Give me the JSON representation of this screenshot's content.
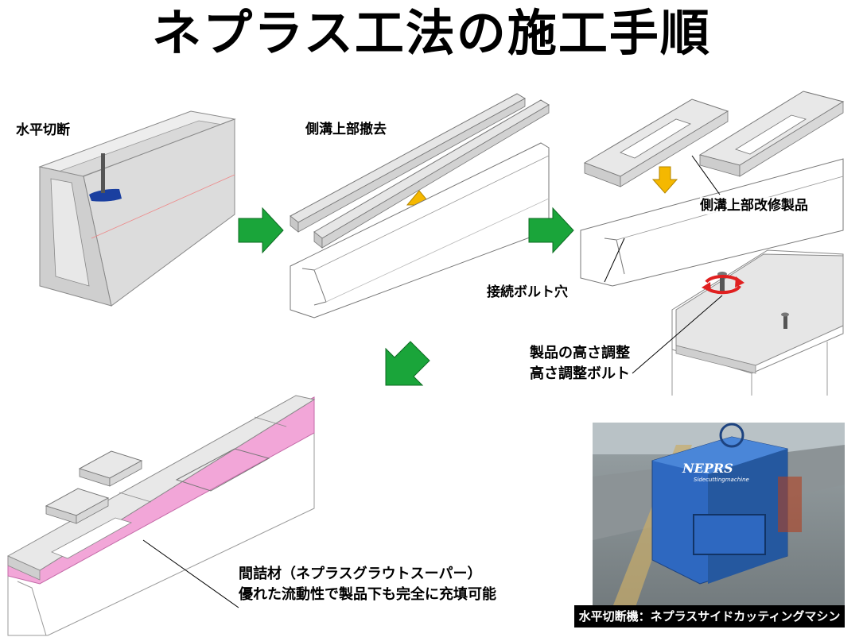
{
  "title": "ネプラス工法の施工手順",
  "labels": {
    "horizontal_cut": "水平切断",
    "remove_top": "側溝上部撤去",
    "renovation_product": "側溝上部改修製品",
    "bolt_hole": "接続ボルト穴",
    "height_adjust_1": "製品の高さ調整",
    "height_adjust_2": "高さ調整ボルト",
    "grout_1": "間詰材（ネプラスグラウトスーパー）",
    "grout_2": "優れた流動性で製品下も完全に充填可能"
  },
  "photo": {
    "caption": "水平切断機：ネプラスサイドカッティングマシン",
    "brand": "NEPRS",
    "brand_sub": "Sidecuttingmachine"
  },
  "colors": {
    "arrow_green": "#1aa53a",
    "arrow_yellow": "#f5b800",
    "blade_blue": "#1a3fa0",
    "grout_pink": "#f2a6d8",
    "concrete": "#e4e4e4",
    "machine_blue": "#2e68c0",
    "rotate_red": "#e02020"
  }
}
